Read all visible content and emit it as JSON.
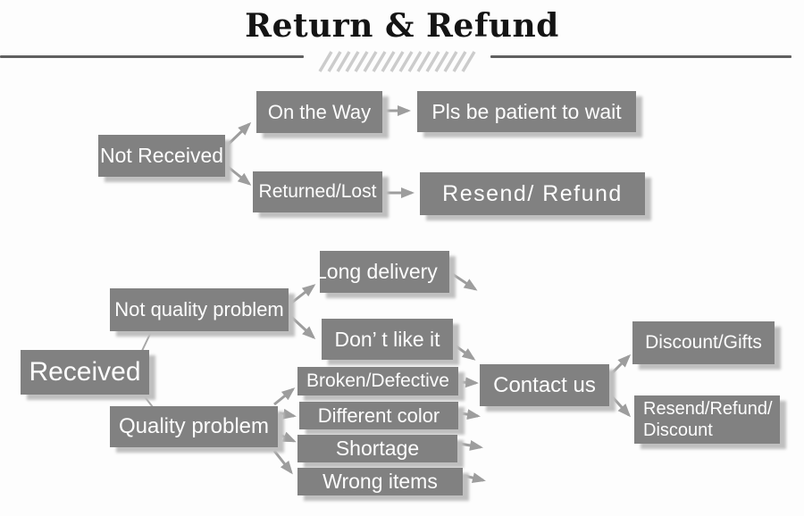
{
  "title": "Return & Refund",
  "colors": {
    "box_fill": "#818181",
    "box_text": "#fdfdfd",
    "arrow": "#9d9d9d",
    "title_text": "#141414",
    "rule_line": "#606060",
    "hatch": "#cccccc",
    "shadow": "#bfbfbf"
  },
  "nodes": {
    "not_received": "Not Received",
    "on_the_way": "On the Way",
    "pls_wait": "Pls be patient to wait",
    "returned_lost": "Returned/Lost",
    "resend_refund": "Resend/ Refund",
    "received": "Received",
    "not_quality_problem": "Not quality problem",
    "long_delivery": "Long delivery",
    "dont_like_it": "Don’ t like it",
    "quality_problem": "Quality problem",
    "broken_defective": "Broken/Defective",
    "different_color": "Different color",
    "shortage": "Shortage",
    "wrong_items": "Wrong items",
    "contact_us": "Contact us",
    "discount_gifts": "Discount/Gifts",
    "resend_refund_discount": "Resend/Refund/\nDiscount"
  }
}
